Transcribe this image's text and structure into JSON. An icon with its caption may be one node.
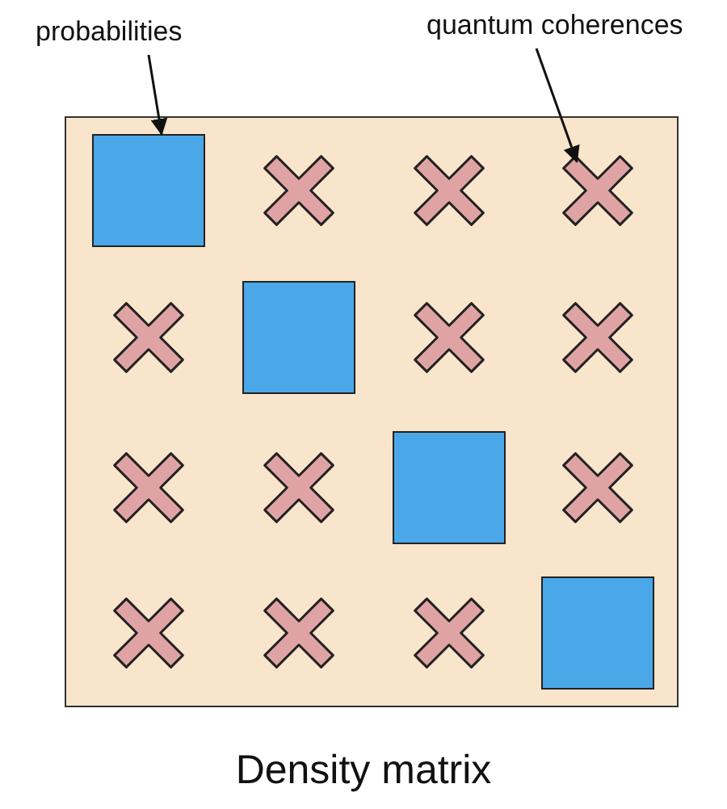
{
  "diagram": {
    "caption": "Density matrix",
    "nodes": [
      {
        "text": [
          "probabilities"
        ]
      },
      {
        "text": [
          "quantum coherences"
        ]
      },
      {
        "text": [],
        "shape": "box"
      },
      {
        "text": [],
        "shape": "cross"
      },
      {
        "text": [],
        "shape": "cross"
      },
      {
        "text": [],
        "shape": "cross"
      },
      {
        "text": [],
        "shape": "cross"
      },
      {
        "text": [],
        "shape": "box"
      },
      {
        "text": [],
        "shape": "cross"
      },
      {
        "text": [],
        "shape": "cross"
      },
      {
        "text": [],
        "shape": "cross"
      },
      {
        "text": [],
        "shape": "cross"
      },
      {
        "text": [],
        "shape": "box"
      },
      {
        "text": [],
        "shape": "cross"
      },
      {
        "text": [],
        "shape": "cross"
      },
      {
        "text": [],
        "shape": "cross"
      },
      {
        "text": [],
        "shape": "cross"
      },
      {
        "text": [],
        "shape": "box"
      }
    ],
    "edges": [
      {
        "from": 0,
        "to": 2,
        "arrow": "to"
      },
      {
        "from": 1,
        "to": 5,
        "arrow": "to"
      }
    ]
  }
}
